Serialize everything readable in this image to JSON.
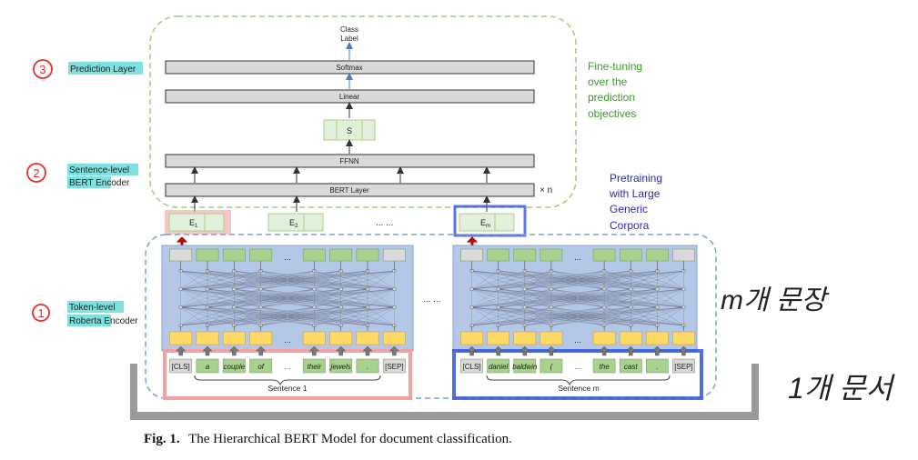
{
  "top": {
    "class_label_line1": "Class",
    "class_label_line2": "Label",
    "softmax": "Softmax",
    "linear": "Linear",
    "s_box": "S",
    "ffnn": "FFNN",
    "bert_layer": "BERT Layer",
    "times_n": "× n"
  },
  "annotations": {
    "fine_tuning": [
      "Fine-tuning",
      "over the",
      "prediction",
      "objectives"
    ],
    "pretraining": [
      "Pretraining",
      "with Large",
      "Generic",
      "Corpora"
    ]
  },
  "left_labels": {
    "num3": "3",
    "prediction_layer": "Prediction Layer",
    "num2": "2",
    "sentence_level_1": "Sentence-level",
    "sentence_level_2": "BERT Encoder",
    "num1": "1",
    "token_level_1": "Token-level",
    "token_level_2": "Roberta Encoder"
  },
  "embeddings": {
    "e1": "E",
    "e1_sub": "1",
    "e2": "E",
    "e2_sub": "2",
    "em": "E",
    "em_sub": "m",
    "dots": "... ..."
  },
  "encoder_left": {
    "dots_mid": "...",
    "tokens": [
      "[CLS]",
      "a",
      "couple",
      "of",
      "...",
      "their",
      "jewels",
      ".",
      "[SEP]"
    ],
    "caption": "Sentence 1"
  },
  "encoder_right": {
    "dots_mid": "...",
    "tokens": [
      "[CLS]",
      "daniel",
      "baldwin",
      "(",
      "...",
      "the",
      "cast",
      ".",
      "[SEP]"
    ],
    "caption": "Sentence m"
  },
  "between_dots": "... ...",
  "handwriting": {
    "m_sentences": "m개 문장",
    "one_document": "1개 문서"
  },
  "figure_caption": {
    "label": "Fig. 1.",
    "text": "The Hierarchical BERT Model for document classification."
  },
  "colors": {
    "green_fill": "#a9d18e",
    "green_light": "#e2efda",
    "yellow_fill": "#ffd966",
    "blue_bg": "#b4c7e7",
    "gray_box": "#d9d9d9",
    "red": "#e03030",
    "blue_hl": "#3355dd",
    "cyan_hl": "#7fe0e0",
    "green_text": "#3a9a2a",
    "blue_text": "#2a2aaa"
  }
}
